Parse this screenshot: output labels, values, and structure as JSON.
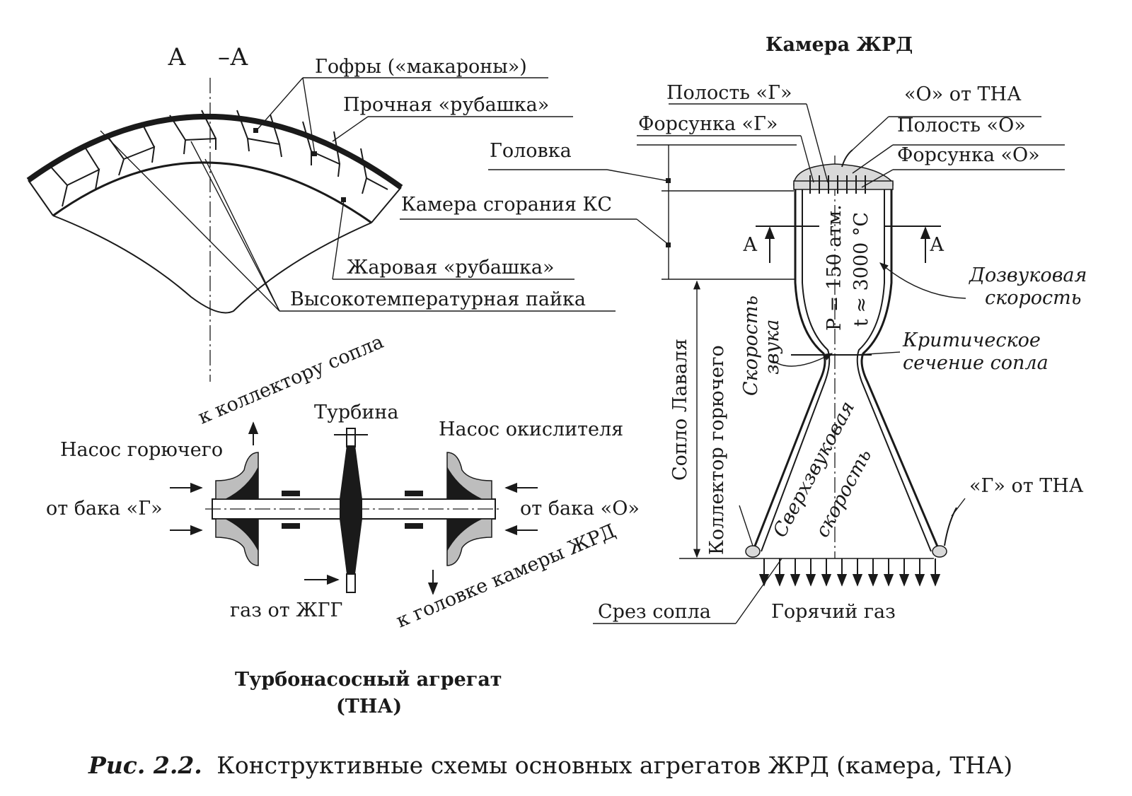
{
  "section_view": {
    "title_left": "А",
    "title_right": "–А",
    "labels": {
      "corrugations": "Гофры («макароны»)",
      "outer_jacket": "Прочная «рубашка»",
      "inner_jacket": "Жаровая «рубашка»",
      "brazing": "Высокотемпературная пайка"
    }
  },
  "chamber": {
    "title": "Камера ЖРД",
    "labels": {
      "cavity_g": "Полость «Г»",
      "o_from_tna": "«О» от ТНА",
      "injector_g": "Форсунка «Г»",
      "cavity_o": "Полость «О»",
      "head": "Головка",
      "injector_o": "Форсунка «О»",
      "combustion_chamber": "Камера сгорания КС",
      "section_left": "А",
      "section_right": "А",
      "subsonic_1": "Дозвуковая",
      "subsonic_2": "скорость",
      "pressure": "P = 150 атм.",
      "temperature": "t ≈ 3000 °C",
      "sonic_1": "Скорость",
      "sonic_2": "звука",
      "throat_1": "Критическое",
      "throat_2": "сечение сопла",
      "laval_nozzle": "Сопло Лаваля",
      "fuel_collector": "Коллектор горючего",
      "supersonic_1": "Сверхзвуковая",
      "supersonic_2": "скорость",
      "g_from_tna": "«Г» от ТНА",
      "nozzle_exit": "Срез сопла",
      "hot_gas": "Горячий газ"
    }
  },
  "turbopump": {
    "labels": {
      "to_nozzle_collector": "к коллектору сопла",
      "turbine": "Турбина",
      "oxidizer_pump": "Насос окислителя",
      "fuel_pump": "Насос горючего",
      "from_tank_g": "от бака «Г»",
      "from_tank_o": "от бака «О»",
      "to_chamber_head": "к головке камеры ЖРД",
      "gas_from_gg": "газ от ЖГГ"
    },
    "title_1": "Турбонасосный агрегат",
    "title_2": "(ТНА)"
  },
  "caption": {
    "prefix": "Рис. 2.2.",
    "text": "Конструктивные схемы основных агрегатов ЖРД (камера, ТНА)"
  }
}
